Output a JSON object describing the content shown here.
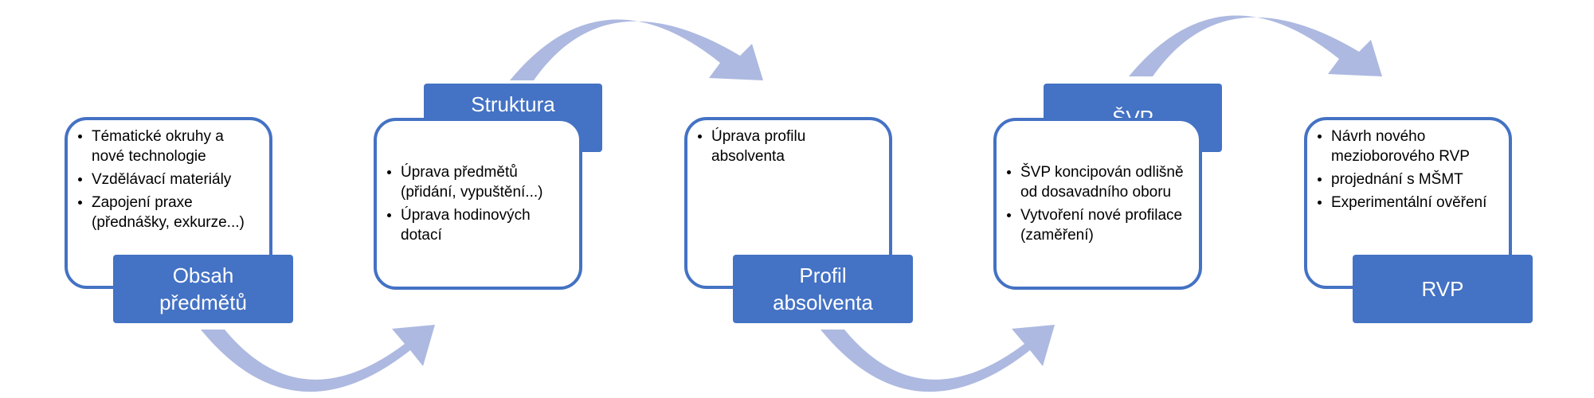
{
  "colors": {
    "box": "#4472c4",
    "border": "#4472c4",
    "arrow": "#adb9e0",
    "text_light": "#ffffff",
    "text_dark": "#000000"
  },
  "stages": [
    {
      "label": "Obsah\npředmětů",
      "items": [
        "Tématické okruhy a nové technologie",
        "Vzdělávací materiály",
        "Zapojení praxe (přednášky, exkurze...)"
      ]
    },
    {
      "label": "Struktura\npředmětů",
      "items": [
        "Úprava předmětů (přidání, vypuštění...)",
        "Úprava hodinových dotací"
      ]
    },
    {
      "label": "Profil\nabsolventa",
      "items": [
        "Úprava profilu absolventa"
      ]
    },
    {
      "label": "ŠVP",
      "items": [
        "ŠVP koncipován odlišně od dosavadního oboru",
        "Vytvoření nové profilace (zaměření)"
      ]
    },
    {
      "label": "RVP",
      "items": [
        "Návrh nového mezioborového RVP",
        "projednání s MŠMT",
        "Experimentální ověření"
      ]
    }
  ]
}
